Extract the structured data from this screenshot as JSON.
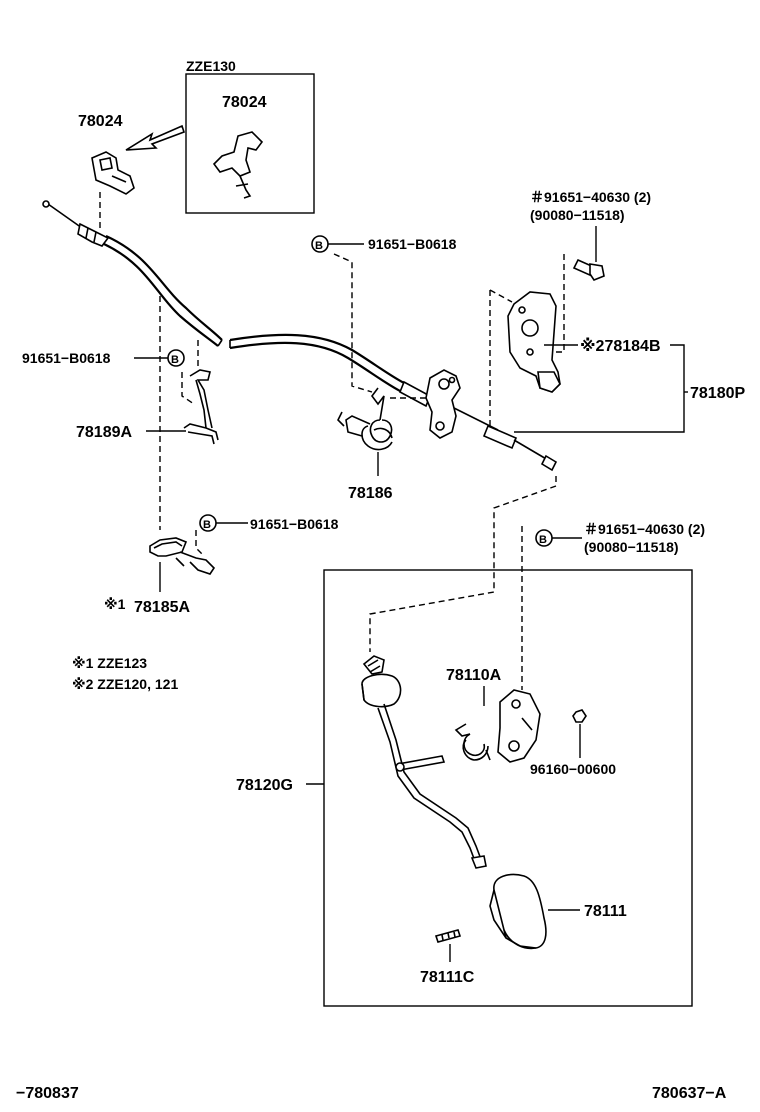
{
  "labels": {
    "zze130": "ZZE130",
    "p78024_inset": "78024",
    "p78024": "78024",
    "bolt_top_1": "＃91651−40630 (2)",
    "bolt_top_2": "(90080−11518)",
    "bolt_b1": "91651−B0618",
    "bolt_b2": "91651−B0618",
    "bolt_b3": "91651−B0618",
    "p78184b": "※278184B",
    "p78180p": "78180P",
    "p78189a": "78189A",
    "p78186": "78186",
    "bolt_mid_1": "＃91651−40630 (2)",
    "bolt_mid_2": "(90080−11518)",
    "p78185a_mark": "※1",
    "p78185a": "78185A",
    "note1": "※1 ZZE123",
    "note2": "※2 ZZE120, 121",
    "p78110a": "78110A",
    "p96160": "96160−00600",
    "p78120g": "78120G",
    "p78111": "78111",
    "p78111c": "78111C",
    "footer_left": "−780837",
    "footer_right": "780637−A"
  },
  "icons": [
    "bolt-b-icon"
  ]
}
